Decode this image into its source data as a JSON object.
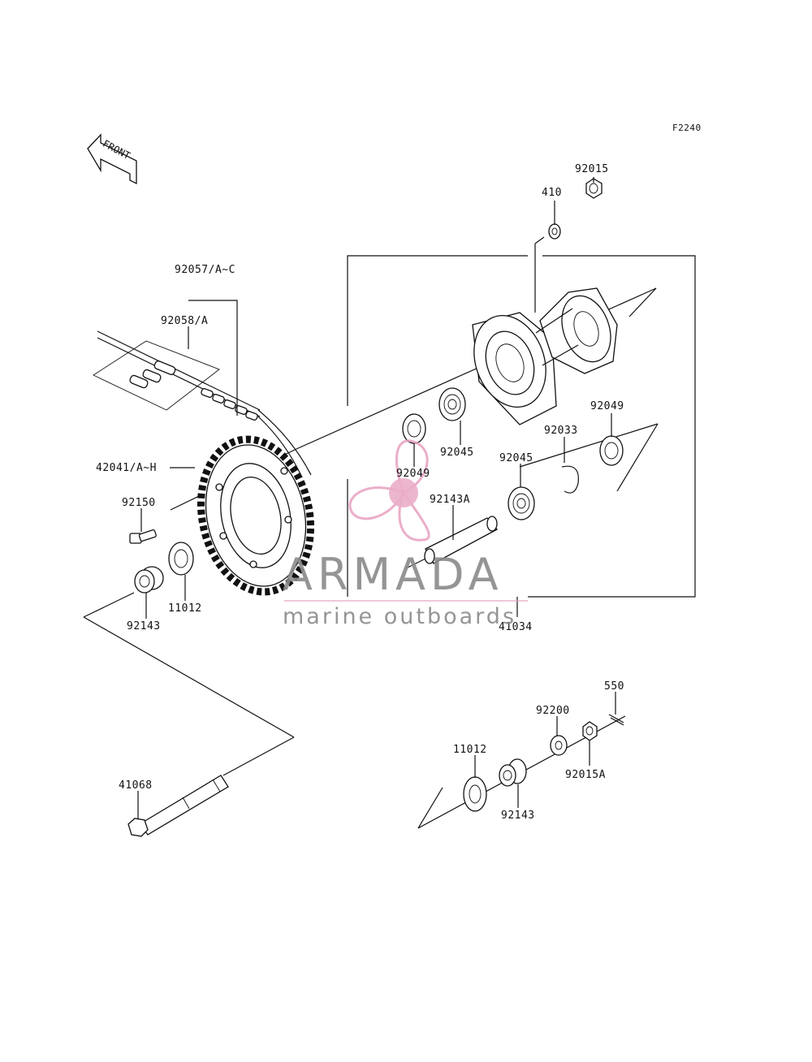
{
  "figure_code": "F2240",
  "front_label": "FRONT",
  "watermark": {
    "brand": "ARMADA",
    "tagline": "marine outboards",
    "logo_color": "#e8a0c0"
  },
  "parts": [
    {
      "id": "p92015",
      "number": "92015"
    },
    {
      "id": "p410",
      "number": "410"
    },
    {
      "id": "p92057",
      "number": "92057/A~C"
    },
    {
      "id": "p92058",
      "number": "92058/A"
    },
    {
      "id": "p42041",
      "number": "42041/A~H"
    },
    {
      "id": "p92150",
      "number": "92150"
    },
    {
      "id": "p92049a",
      "number": "92049"
    },
    {
      "id": "p92045a",
      "number": "92045"
    },
    {
      "id": "p92049b",
      "number": "92049"
    },
    {
      "id": "p92143a",
      "number": "92143A"
    },
    {
      "id": "p92033",
      "number": "92033"
    },
    {
      "id": "p92049c",
      "number": "92049"
    },
    {
      "id": "p92045b",
      "number": "92045"
    },
    {
      "id": "p11012a",
      "number": "11012"
    },
    {
      "id": "p92143b",
      "number": "92143"
    },
    {
      "id": "p41034",
      "number": "41034"
    },
    {
      "id": "p550",
      "number": "550"
    },
    {
      "id": "p92200",
      "number": "92200"
    },
    {
      "id": "p11012b",
      "number": "11012"
    },
    {
      "id": "p92015A",
      "number": "92015A"
    },
    {
      "id": "p92143c",
      "number": "92143"
    },
    {
      "id": "p41068",
      "number": "41068"
    }
  ]
}
